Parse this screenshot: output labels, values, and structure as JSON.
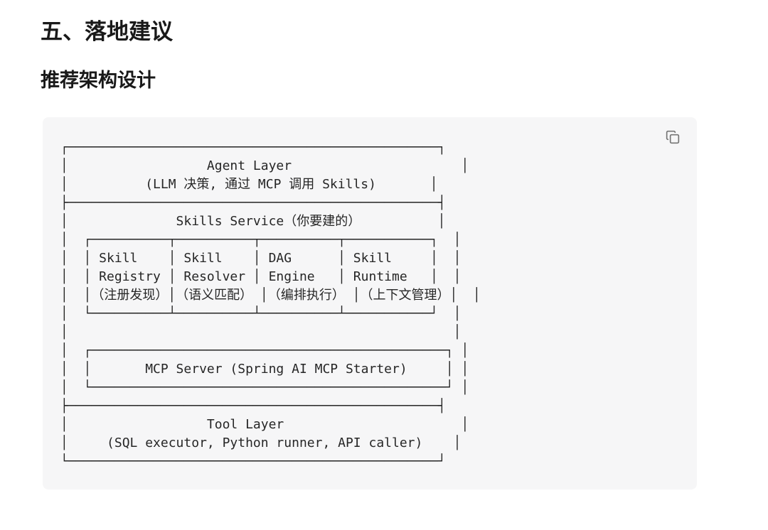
{
  "page": {
    "section_title": "五、落地建议",
    "subsection_title": "推荐架构设计"
  },
  "code_block": {
    "icon": "copy-icon",
    "ascii_art": [
      "┌────────────────────────────────────────────────┐",
      "│                  Agent Layer                      │",
      "│          (LLM 决策, 通过 MCP 调用 Skills)       │",
      "├────────────────────────────────────────────────┤",
      "│              Skills Service（你要建的）          │",
      "│  ┌──────────┬──────────┬──────────┬───────────┐  │",
      "│  │ Skill    │ Skill    │ DAG      │ Skill     │  │",
      "│  │ Registry │ Resolver │ Engine   │ Runtime   │  │",
      "│  │（注册发现）│（语义匹配） │（编排执行） │（上下文管理）│  │",
      "│  └──────────┴──────────┴──────────┴───────────┘  │",
      "│                                                  │",
      "│  ┌──────────────────────────────────────────────┐ │",
      "│  │       MCP Server (Spring AI MCP Starter)     │ │",
      "│  └──────────────────────────────────────────────┘ │",
      "├────────────────────────────────────────────────┤",
      "│                  Tool Layer                       │",
      "│     (SQL executor, Python runner, API caller)    │",
      "└────────────────────────────────────────────────┘"
    ]
  },
  "diagram": {
    "layers": [
      {
        "name": "Agent Layer",
        "description": "(LLM 决策, 通过 MCP 调用 Skills)"
      },
      {
        "name": "Skills Service（你要建的）",
        "components": [
          {
            "name": "Skill Registry",
            "description": "（注册发现）"
          },
          {
            "name": "Skill Resolver",
            "description": "（语义匹配）"
          },
          {
            "name": "DAG Engine",
            "description": "（编排执行）"
          },
          {
            "name": "Skill Runtime",
            "description": "（上下文管理）"
          }
        ],
        "server": "MCP Server (Spring AI MCP Starter)"
      },
      {
        "name": "Tool Layer",
        "description": "(SQL executor, Python runner, API caller)"
      }
    ]
  },
  "colors": {
    "page_background": "#ffffff",
    "code_background": "#f6f6f7",
    "heading_text": "#191919",
    "code_text": "#262626",
    "icon_stroke": "#757575"
  }
}
